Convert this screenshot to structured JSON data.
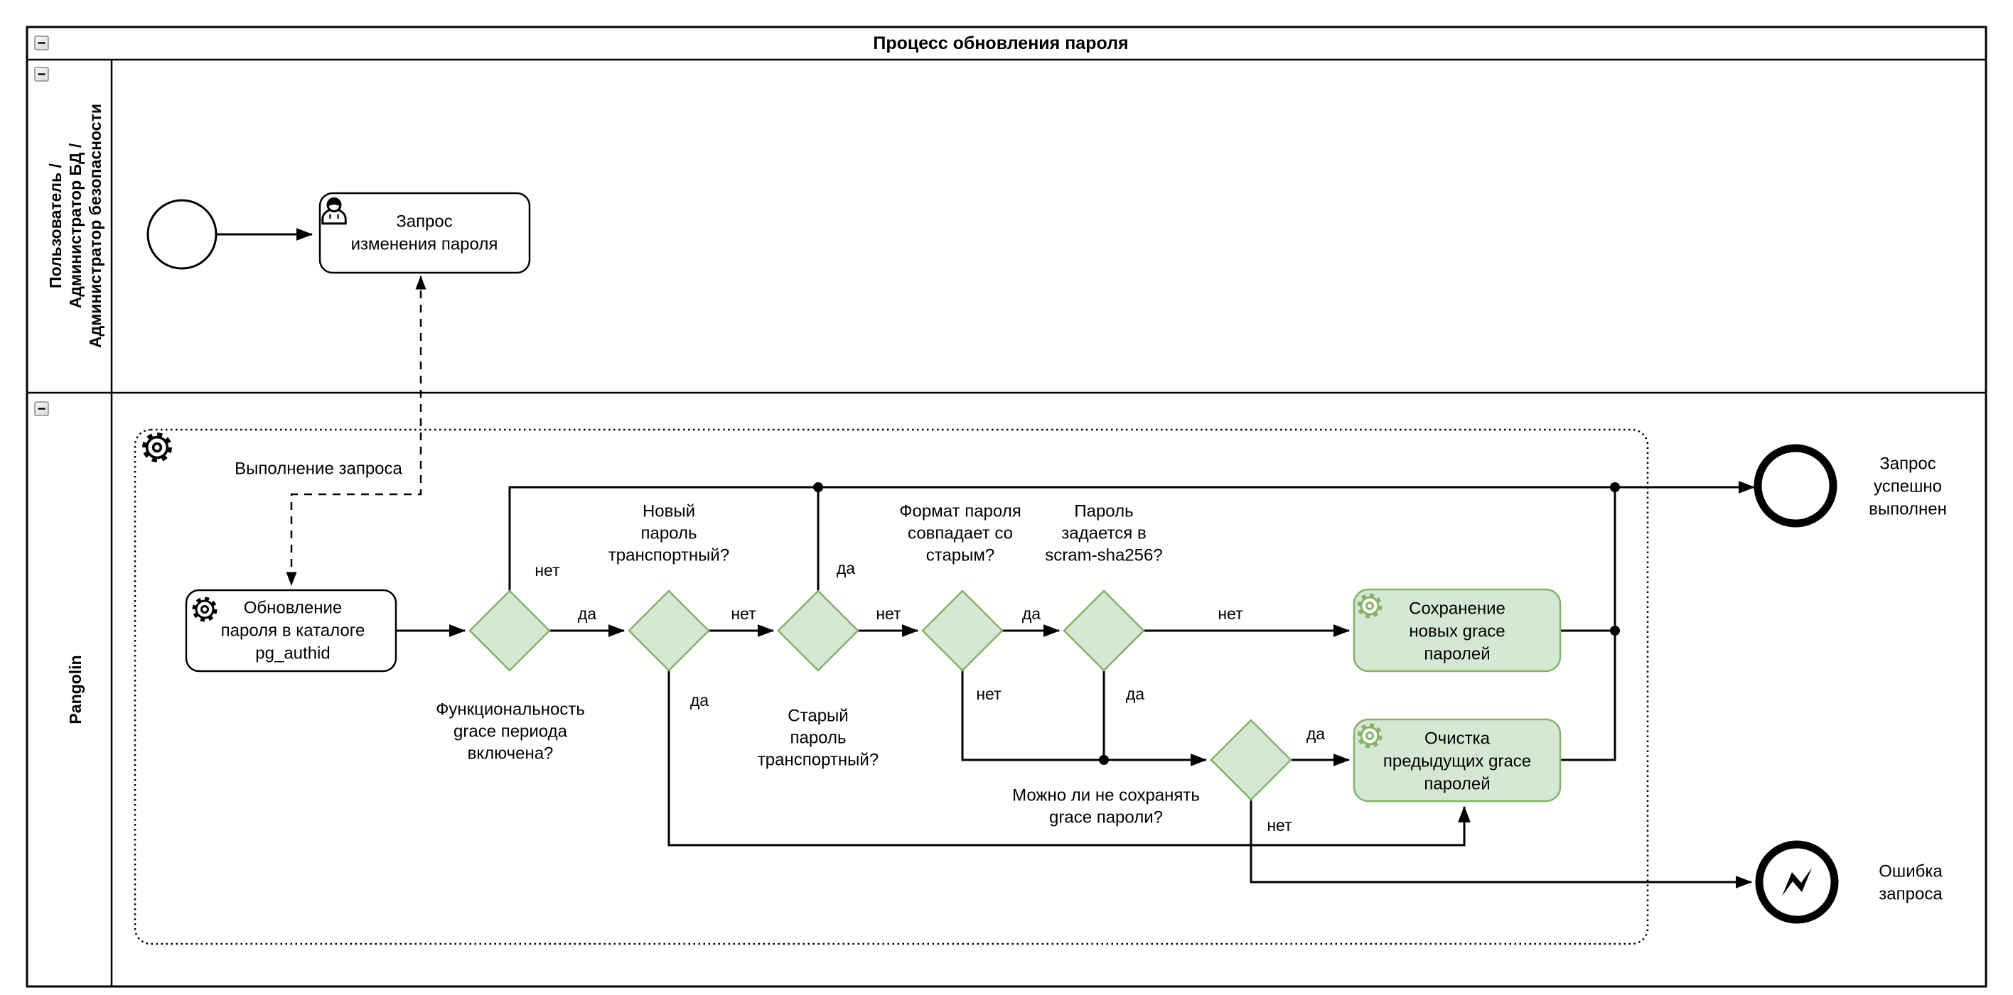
{
  "pool": {
    "title": "Процесс обновления пароля",
    "lanes": [
      {
        "name": "actors",
        "label_lines": [
          "Пользователь /",
          "Администратор БД /",
          "Администратор безопасности"
        ]
      },
      {
        "name": "pangolin",
        "label_lines": [
          "Pangolin"
        ]
      }
    ]
  },
  "subprocess": {
    "label": "Выполнение запроса"
  },
  "nodes": {
    "start_event": {
      "type": "start-event"
    },
    "task_request": {
      "type": "user-task",
      "lines": [
        "Запрос",
        "изменения пароля"
      ]
    },
    "task_update": {
      "type": "service-task",
      "lines": [
        "Обновление",
        "пароля в каталоге",
        "pg_authid"
      ]
    },
    "gw_grace": {
      "type": "gateway",
      "lines": [
        "Функциональность",
        "grace периода",
        "включена?"
      ]
    },
    "gw_new": {
      "type": "gateway",
      "lines": [
        "Новый",
        "пароль",
        "транспортный?"
      ]
    },
    "gw_old": {
      "type": "gateway",
      "lines": [
        "Старый",
        "пароль",
        "транспортный?"
      ]
    },
    "gw_format": {
      "type": "gateway",
      "lines": [
        "Формат пароля",
        "совпадает со",
        "старым?"
      ]
    },
    "gw_scram": {
      "type": "gateway",
      "lines": [
        "Пароль",
        "задается в",
        "scram-sha256?"
      ]
    },
    "gw_skip": {
      "type": "gateway",
      "lines": [
        "Можно ли не сохранять",
        "grace пароли?"
      ]
    },
    "task_save": {
      "type": "service-task",
      "lines": [
        "Сохранение",
        "новых grace",
        "паролей"
      ]
    },
    "task_clear": {
      "type": "service-task",
      "lines": [
        "Очистка",
        "предыдущих grace",
        "паролей"
      ]
    },
    "end_success": {
      "type": "end-event",
      "lines": [
        "Запрос",
        "успешно",
        "выполнен"
      ]
    },
    "end_error": {
      "type": "error-end-event",
      "lines": [
        "Ошибка",
        "запроса"
      ]
    }
  },
  "edge_labels": {
    "grace_no": "нет",
    "grace_yes": "да",
    "new_no": "нет",
    "new_yes": "да",
    "old_yes": "да",
    "old_no": "нет",
    "format_yes": "да",
    "format_no": "нет",
    "scram_no": "нет",
    "scram_yes": "да",
    "skip_yes": "да",
    "skip_no": "нет"
  },
  "icons": {
    "collapse": "minus-icon",
    "user_task": "user-icon",
    "service_task": "gear-icon",
    "subprocess_marker": "gear-icon",
    "error_event": "lightning-icon"
  },
  "colors": {
    "diagram_line": "#000000",
    "gateway_fill": "#d5e8d4",
    "gateway_stroke": "#82b366",
    "green_task_fill": "#d5e8d4",
    "green_task_stroke": "#82b366",
    "background": "#ffffff"
  }
}
